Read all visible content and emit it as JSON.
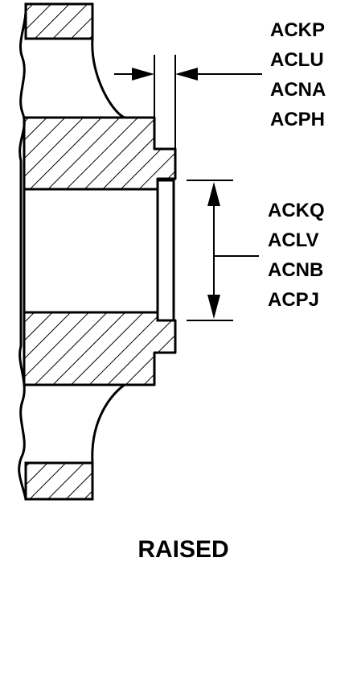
{
  "diagram": {
    "callout_top": [
      "ACKP",
      "ACLU",
      "ACNA",
      "ACPH"
    ],
    "callout_bottom": [
      "ACKQ",
      "ACLV",
      "ACNB",
      "ACPJ"
    ],
    "caption": "RAISED"
  }
}
